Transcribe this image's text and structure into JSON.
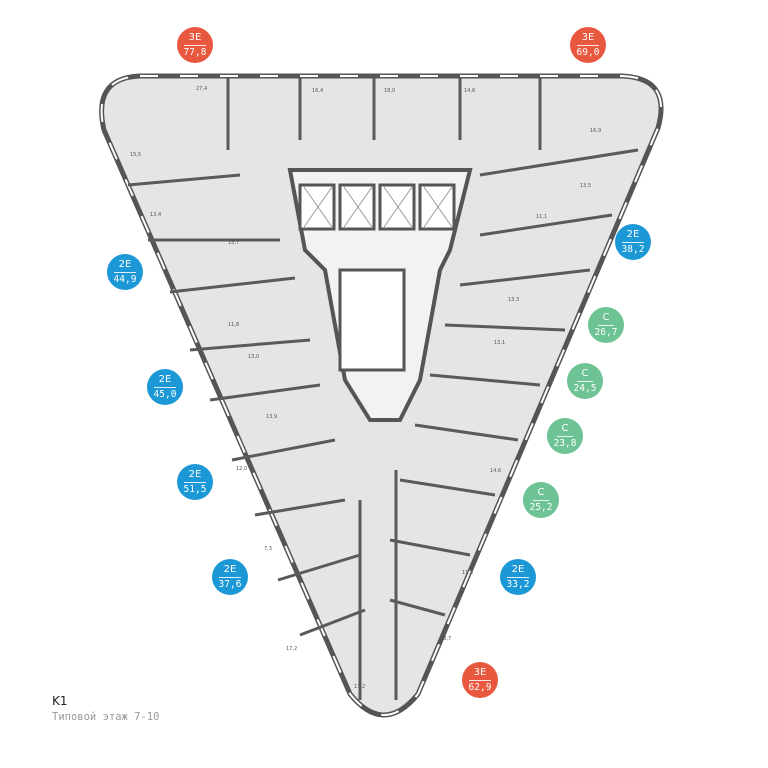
{
  "colors": {
    "3E": "#e8583e",
    "2E": "#1b98d5",
    "C": "#6dc393",
    "plan_fill": "#e4e5e7",
    "wall": "#555555"
  },
  "apartments": [
    {
      "type": "3E",
      "area": "77,8"
    },
    {
      "type": "3E",
      "area": "69,0"
    },
    {
      "type": "2E",
      "area": "38,2"
    },
    {
      "type": "2E",
      "area": "44,9"
    },
    {
      "type": "C",
      "area": "26,7"
    },
    {
      "type": "2E",
      "area": "45,0"
    },
    {
      "type": "C",
      "area": "24,5"
    },
    {
      "type": "C",
      "area": "23,8"
    },
    {
      "type": "2E",
      "area": "51,5"
    },
    {
      "type": "C",
      "area": "25,2"
    },
    {
      "type": "2E",
      "area": "37,6"
    },
    {
      "type": "2E",
      "area": "33,2"
    },
    {
      "type": "3E",
      "area": "62,9"
    }
  ],
  "rooms": [
    "27,4",
    "16,4",
    "18,0",
    "14,6",
    "15,5",
    "13,4",
    "15,7",
    "11,8",
    "13,0",
    "13,9",
    "12,0",
    "7,3",
    "17,2",
    "17,2",
    "16,9",
    "13,5",
    "11,1",
    "13,3",
    "13,1",
    "14,6",
    "11,5",
    "13,7"
  ],
  "caption": {
    "building": "K1",
    "floor": "Типовой этаж 7-10"
  }
}
